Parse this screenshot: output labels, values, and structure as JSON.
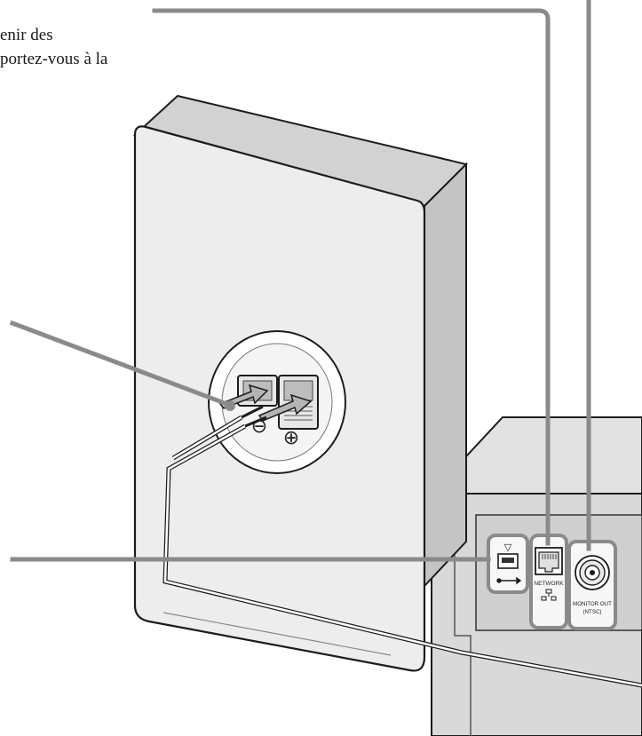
{
  "caption": {
    "line1": "enir des",
    "line2": "portez-vous à la"
  },
  "ports": {
    "network_label": "NETWORK",
    "monitor_label": "MONITOR OUT",
    "monitor_sub": "(NTSC)"
  },
  "terminals": {
    "minus": "⊖",
    "plus": "⊕"
  },
  "colors": {
    "callout_line": "#8a8a8a",
    "speaker_face": "#ededed",
    "speaker_top": "#d2d2d2",
    "speaker_side": "#c4c4c4",
    "unit_body": "#d9d9d9",
    "outline": "#1c1c1c"
  }
}
